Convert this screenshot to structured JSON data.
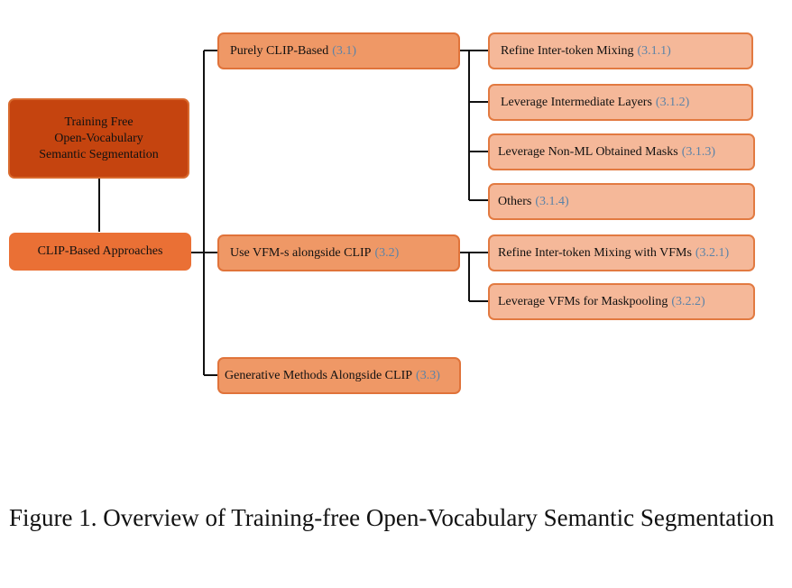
{
  "root": {
    "lines": [
      "Training Free",
      "Open-Vocabulary",
      "Semantic Segmentation"
    ]
  },
  "level1": {
    "label": "CLIP-Based Approaches"
  },
  "level2": [
    {
      "label": "Purely CLIP-Based",
      "ref": "(3.1)"
    },
    {
      "label": "Use VFM-s alongside CLIP",
      "ref": "(3.2)"
    },
    {
      "label": "Generative Methods Alongside CLIP",
      "ref": "(3.3)"
    }
  ],
  "level3": [
    {
      "label": "Refine Inter-token Mixing",
      "ref": "(3.1.1)"
    },
    {
      "label": "Leverage Intermediate Layers",
      "ref": "(3.1.2)"
    },
    {
      "label": "Leverage Non-ML Obtained Masks",
      "ref": "(3.1.3)"
    },
    {
      "label": "Others",
      "ref": "(3.1.4)"
    },
    {
      "label": "Refine Inter-token Mixing with VFMs",
      "ref": "(3.2.1)"
    },
    {
      "label": "Leverage VFMs for Maskpooling",
      "ref": "(3.2.2)"
    }
  ],
  "caption": "Figure 1.  Overview of Training-free Open-Vocabulary Semantic Segmentation",
  "colors": {
    "root_fill": "#c5440f",
    "level1_fill": "#ea7035",
    "level2_fill": "#ef9866",
    "level3_fill": "#f5b899",
    "reference_link": "#5b83a8"
  }
}
